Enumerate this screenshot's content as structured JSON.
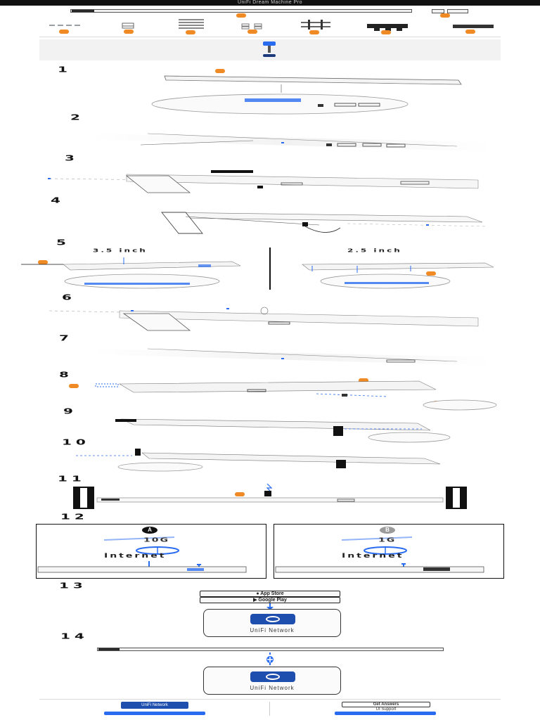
{
  "header": {
    "title": "UniFi Dream Machine Pro"
  },
  "step_numbers": [
    "1",
    "2",
    "3",
    "4",
    "5",
    "6",
    "7",
    "8",
    "9",
    "10",
    "11",
    "12",
    "13",
    "14"
  ],
  "step5": {
    "left_label": "3.5 inch",
    "right_label": "2.5 inch"
  },
  "step12": {
    "panel_a": {
      "letter": "A",
      "speed": "10G",
      "internet": "Internet"
    },
    "panel_b": {
      "letter": "B",
      "speed": "1G",
      "internet": "Internet"
    }
  },
  "step13": {
    "app_store": "App Store",
    "google_play": "Google Play",
    "app_name": "UniFi Network"
  },
  "step14": {
    "app_name": "UniFi Network"
  },
  "footer": {
    "left_app": "UniFi Network",
    "right_title": "Get Answers",
    "right_link": "UI Support"
  },
  "colors": {
    "accent_orange": "#f08a24",
    "accent_blue": "#2a6cf0",
    "app_blue": "#1f4fae",
    "ink": "#111111"
  }
}
